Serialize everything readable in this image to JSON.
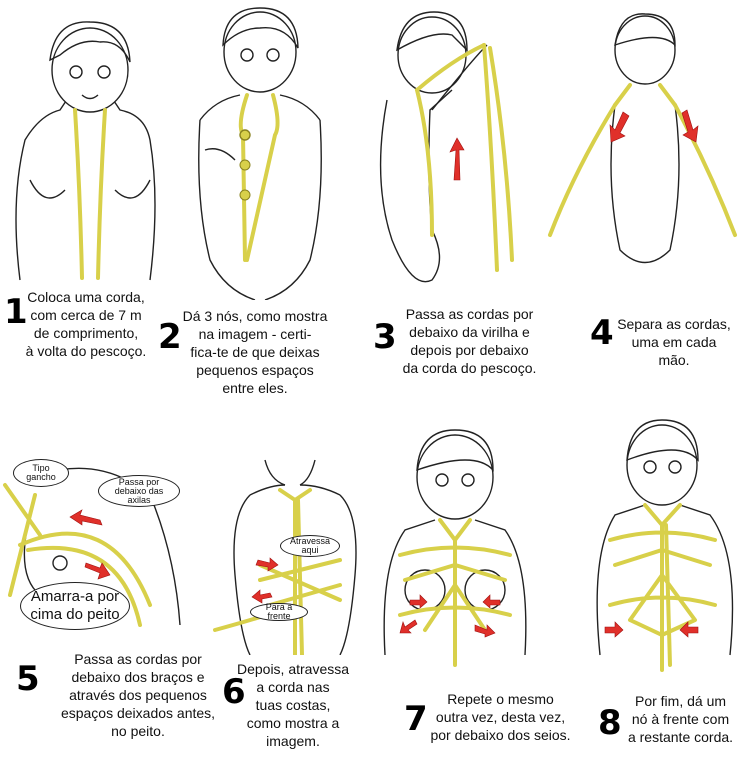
{
  "colors": {
    "rope": "#d8d04a",
    "arrow": "#e0302a"
  },
  "steps": [
    {
      "number": "1",
      "lines": [
        "Coloca uma corda,",
        "com cerca de 7 m",
        "de comprimento,",
        "à volta do pescoço."
      ]
    },
    {
      "number": "2",
      "lines": [
        "Dá 3 nós, como mostra",
        "na imagem - certi-",
        "fica-te de que deixas",
        "pequenos espaços",
        "entre eles."
      ]
    },
    {
      "number": "3",
      "lines": [
        "Passa as cordas por",
        "debaixo da virilha e",
        "depois por debaixo",
        "da corda do pescoço."
      ]
    },
    {
      "number": "4",
      "lines": [
        "Separa as cordas,",
        "uma em cada",
        "mão."
      ]
    },
    {
      "number": "5",
      "lines": [
        "Passa as cordas por",
        "debaixo dos braços e",
        "através dos pequenos",
        "espaços deixados antes,",
        "no peito."
      ]
    },
    {
      "number": "6",
      "lines": [
        "Depois, atravessa",
        "a corda nas",
        "tuas costas,",
        "como mostra a",
        "imagem."
      ]
    },
    {
      "number": "7",
      "lines": [
        "Repete o mesmo",
        "outra vez, desta vez,",
        "por debaixo dos seios."
      ]
    },
    {
      "number": "8",
      "lines": [
        "Por fim, dá um",
        "nó à frente com",
        "a restante corda."
      ]
    }
  ],
  "bubbles": {
    "tipo_gancho": "Tipo gancho",
    "passa_axilas": "Passa por debaixo das axilas",
    "amarra_peito": "Amarra-a por cima do peito",
    "atravessa_aqui": "Atravessa aqui",
    "para_frente": "Para a frente"
  }
}
